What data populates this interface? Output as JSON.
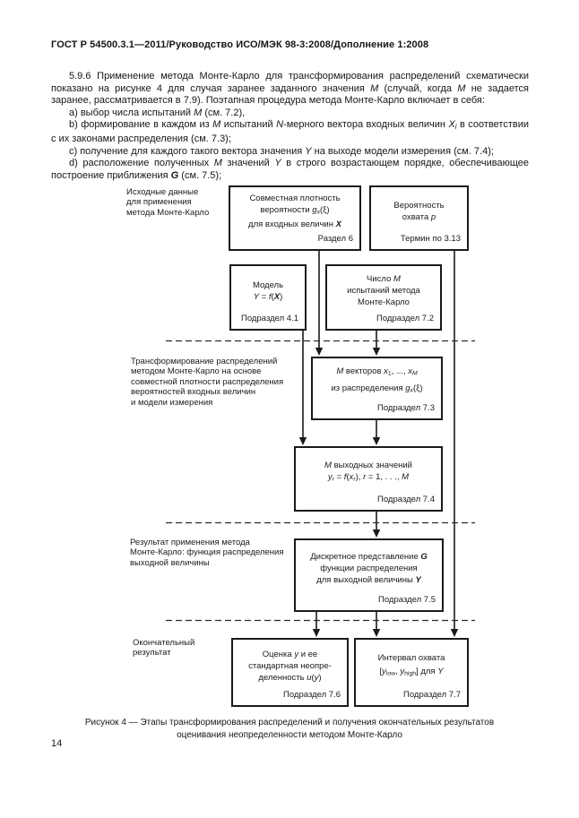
{
  "page": {
    "header": "ГОСТ Р 54500.3.1—2011/Руководство ИСО/МЭК 98-3:2008/Дополнение 1:2008",
    "page_number": "14"
  },
  "body": {
    "paragraphs": [
      {
        "runs": [
          "5.9.6 Применение метода Монте-Карло для трансформирования распределений схематически показано на рисунке 4 для случая заранее заданного значения ",
          {
            "t": "M",
            "s": "i"
          },
          " (случай, когда ",
          {
            "t": "M",
            "s": "i"
          },
          " не задается заранее, рассматривается в 7.9). Поэтапная процедура метода Монте-Карло включает в себя:"
        ]
      },
      {
        "runs": [
          "a) выбор числа испытаний ",
          {
            "t": "M",
            "s": "i"
          },
          " (см. 7.2),"
        ]
      },
      {
        "runs": [
          "b) формирование в каждом из ",
          {
            "t": "M",
            "s": "i"
          },
          " испытаний ",
          {
            "t": "N",
            "s": "i"
          },
          "-мерного вектора входных величин ",
          {
            "t": "X",
            "s": "i"
          },
          {
            "t": "i",
            "s": "isub"
          },
          " в соответствии с их законами распределения (см. 7.3);"
        ]
      },
      {
        "runs": [
          "c) получение для каждого такого вектора значения ",
          {
            "t": "Y",
            "s": "i"
          },
          " на выходе модели измерения (см. 7.4);"
        ]
      },
      {
        "runs": [
          "d) расположение полученных ",
          {
            "t": "M",
            "s": "i"
          },
          " значений ",
          {
            "t": "Y",
            "s": "i"
          },
          " в строго возрастающем порядке, обеспечивающее построение приближения ",
          {
            "t": "G",
            "s": "bi"
          },
          " (см. 7.5);"
        ]
      }
    ]
  },
  "diagram": {
    "side_labels": [
      {
        "lines": [
          "Исходные данные",
          "для применения",
          "метода Монте-Карло"
        ]
      },
      {
        "lines": [
          "Трансформирование распределений",
          "методом Монте-Карло на основе",
          "совместной плотности распределения",
          "вероятностей входных величин",
          "и модели измерения"
        ]
      },
      {
        "lines": [
          "Результат применения метода",
          "Монте-Карло: функция распределения",
          "выходной величины"
        ]
      },
      {
        "lines": [
          "Окончательный",
          "результат"
        ]
      }
    ],
    "boxes": [
      {
        "lines": [
          "Совместная плотность",
          [
            "вероятности ",
            {
              "t": "g",
              "s": "i"
            },
            {
              "t": "x",
              "s": "isub"
            },
            "(ξ)"
          ],
          [
            "для входных величин ",
            {
              "t": "X",
              "s": "bi"
            }
          ]
        ],
        "ref": "Раздел 6"
      },
      {
        "lines": [
          "Вероятность",
          [
            "охвата ",
            {
              "t": "p",
              "s": "i"
            }
          ]
        ],
        "ref": "Термин по 3.13"
      },
      {
        "lines": [
          "Модель",
          [
            {
              "t": "Y",
              "s": "i"
            },
            " = ",
            {
              "t": "f",
              "s": "i"
            },
            "(",
            {
              "t": "X",
              "s": "bi"
            },
            ")"
          ]
        ],
        "ref": "Подраздел 4.1"
      },
      {
        "lines": [
          [
            "Число ",
            {
              "t": "M",
              "s": "i"
            }
          ],
          "испытаний метода",
          "Монте-Карло"
        ],
        "ref": "Подраздел 7.2"
      },
      {
        "lines": [
          [
            {
              "t": "M",
              "s": "i"
            },
            " векторов ",
            {
              "t": "x",
              "s": "i"
            },
            {
              "t": "1",
              "s": "sub"
            },
            ", ..., ",
            {
              "t": "x",
              "s": "i"
            },
            {
              "t": "M",
              "s": "isub"
            }
          ],
          [
            "из распределения ",
            {
              "t": "g",
              "s": "i"
            },
            {
              "t": "x",
              "s": "isub"
            },
            "(ξ)"
          ]
        ],
        "ref": "Подраздел 7.3"
      },
      {
        "lines": [
          [
            {
              "t": "M",
              "s": "i"
            },
            " выходных значений"
          ],
          [
            {
              "t": "y",
              "s": "i"
            },
            {
              "t": "r",
              "s": "isub"
            },
            " = ",
            {
              "t": "f",
              "s": "i"
            },
            "(",
            {
              "t": "x",
              "s": "i"
            },
            {
              "t": "r",
              "s": "isub"
            },
            "), ",
            {
              "t": "r",
              "s": "i"
            },
            " = 1, . . ., ",
            {
              "t": "M",
              "s": "i"
            }
          ]
        ],
        "ref": "Подраздел 7.4"
      },
      {
        "lines": [
          [
            "Дискретное представление ",
            {
              "t": "G",
              "s": "bi"
            }
          ],
          "функции распределения",
          [
            "для выходной величины ",
            {
              "t": "Y",
              "s": "bi"
            }
          ]
        ],
        "ref": "Подраздел 7.5"
      },
      {
        "lines": [
          [
            "Оценка ",
            {
              "t": "y",
              "s": "i"
            },
            " и ее"
          ],
          "стандартная неопре-",
          [
            "деленность ",
            {
              "t": "u",
              "s": "i"
            },
            "(",
            {
              "t": "y",
              "s": "i"
            },
            ")"
          ]
        ],
        "ref": "Подраздел 7.6"
      },
      {
        "lines": [
          "Интервал охвата",
          [
            "[",
            {
              "t": "y",
              "s": "i"
            },
            {
              "t": "low",
              "s": "sub"
            },
            ", ",
            {
              "t": "y",
              "s": "i"
            },
            {
              "t": "high",
              "s": "sub"
            },
            "] для ",
            {
              "t": "Y",
              "s": "i"
            }
          ]
        ],
        "ref": "Подраздел 7.7"
      }
    ],
    "caption_lines": [
      "Рисунок 4 — Этапы трансформирования распределений и получения окончательных результатов",
      "оценивания неопределенности методом Монте-Карло"
    ]
  }
}
